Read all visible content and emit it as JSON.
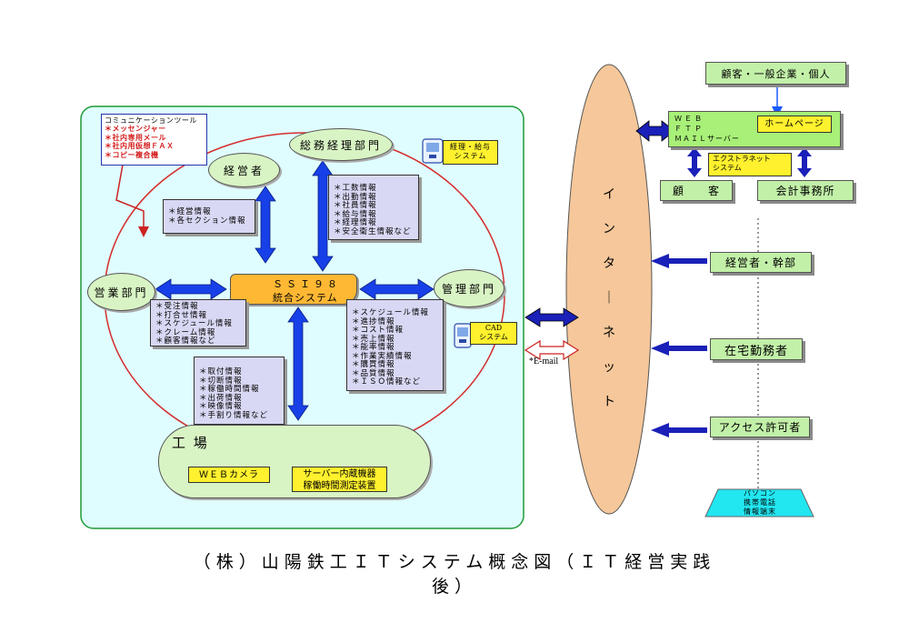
{
  "left": {
    "comm_tools": {
      "title": "コミュニケーションツール",
      "items": [
        "＊メッセンジャー",
        "＊社内専用メール",
        "＊社内用仮想ＦＡＸ",
        "＊コピー複合機"
      ]
    },
    "keieisha": "経営者",
    "soumu": "総務経理部門",
    "soumu_system": "経理・給与\nシステム",
    "eigyo": "営業部門",
    "kanri": "管理部門",
    "cad_system": "CAD\nシステム",
    "ss198": {
      "line1": "ＳＳＩ９８",
      "line2": "統合システム"
    },
    "note_keiei": "＊経営情報\n＊各セクション情報",
    "note_soumu": "＊工数情報\n＊出勤情報\n＊社員情報\n＊給与情報\n＊経理情報\n＊安全衛生情報など",
    "note_eigyo": "＊受注情報\n＊打合せ情報\n＊スケジュール情報\n＊クレーム情報\n＊顧客情報など",
    "note_kanri": "＊スケジュール情報\n＊進捗情報\n＊コスト情報\n＊売上情報\n＊能率情報\n＊作業実績情報\n＊購買情報\n＊品質情報\n＊ＩＳＯ情報など",
    "note_kojo": "＊取付情報\n＊切断情報\n＊稼働時間情報\n＊出荷情報\n＊映像情報\n＊手割り情報など",
    "kojo": "工 場",
    "web_camera": "ＷＥＢカメラ",
    "server_device": {
      "line1": "サーバー内蔵機器",
      "line2": "稼働時間測定装置"
    }
  },
  "email_label": "*E-mail",
  "internet_chars": [
    "イ",
    "ン",
    "タ",
    "｜",
    "ネ",
    "ッ",
    "ト"
  ],
  "right": {
    "customers_general": "顧客・一般企業・個人",
    "server": {
      "lines": [
        "ＷＥＢ",
        "ＦＴＰ",
        "ＭＡＩＬサーバー"
      ],
      "homepage": "ホームページ"
    },
    "extranet": "エクストラネット\nシステム",
    "customer": "顧　　客",
    "accounting": "会計事務所",
    "executives": "経営者・幹部",
    "home_worker": "在宅勤務者",
    "access": "アクセス許可者",
    "devices": {
      "lines": [
        "パソコン",
        "携帯電話",
        "情報端末"
      ]
    }
  },
  "caption": "（株）山陽鉄工ＩＴシステム概念図（ＩＴ経営実践後）"
}
